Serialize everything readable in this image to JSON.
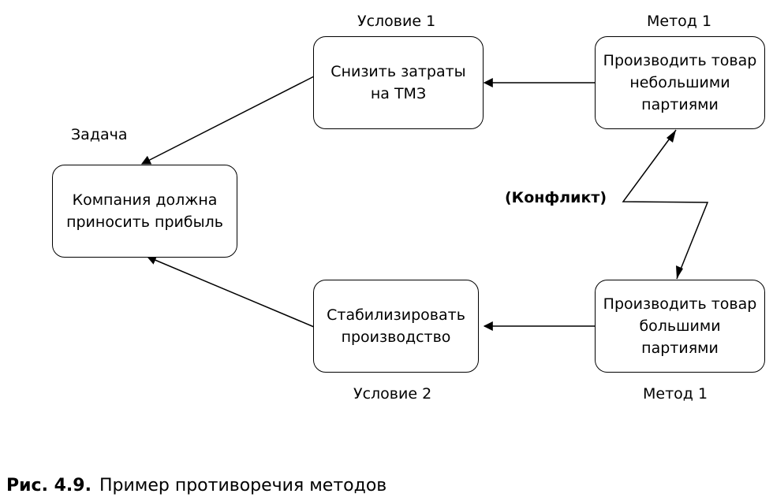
{
  "diagram": {
    "labels": {
      "task": "Задача",
      "condition1": "Условие 1",
      "condition2": "Условие 2",
      "method_top": "Метод 1",
      "method_bottom": "Метод 1",
      "conflict": "(Конфликт)"
    },
    "nodes": {
      "goal": [
        "Компания должна",
        "приносить прибыль"
      ],
      "condition1": [
        "Снизить затраты",
        "на ТМЗ"
      ],
      "condition2": [
        "Стабилизировать",
        "производство"
      ],
      "method1": [
        "Производить товар",
        "небольшими",
        "партиями"
      ],
      "method2": [
        "Производить товар",
        "большими",
        "партиями"
      ]
    }
  },
  "caption": {
    "number": "Рис. 4.9.",
    "text": "Пример противоречия методов"
  }
}
